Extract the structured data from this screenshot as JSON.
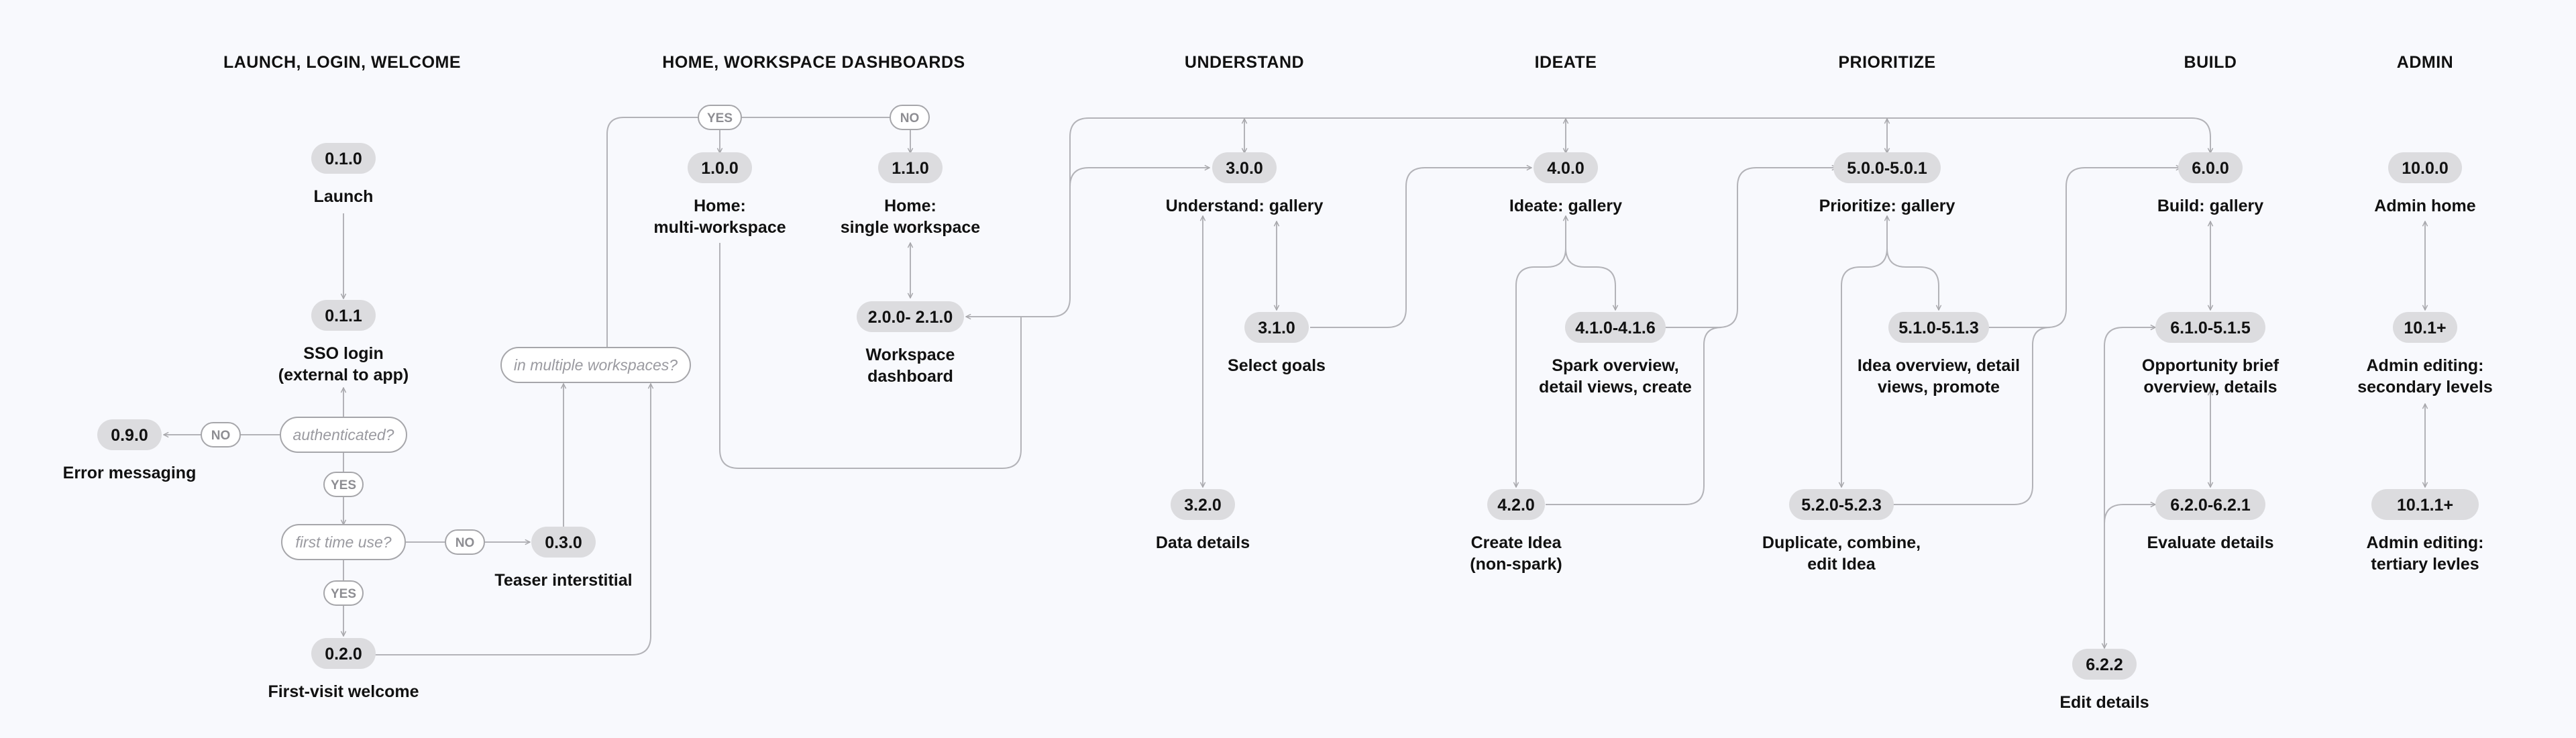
{
  "stages": {
    "launch": "LAUNCH, LOGIN, WELCOME",
    "home": "HOME, WORKSPACE DASHBOARDS",
    "understand": "UNDERSTAND",
    "ideate": "IDEATE",
    "prioritize": "PRIORITIZE",
    "build": "BUILD",
    "admin": "ADMIN"
  },
  "nodes": {
    "n010": {
      "id": "0.1.0",
      "label": [
        "Launch"
      ]
    },
    "n011": {
      "id": "0.1.1",
      "label": [
        "SSO login",
        "(external to app)"
      ]
    },
    "n090": {
      "id": "0.9.0",
      "label": [
        "Error messaging"
      ]
    },
    "n030": {
      "id": "0.3.0",
      "label": [
        "Teaser interstitial"
      ]
    },
    "n020": {
      "id": "0.2.0",
      "label": [
        "First-visit welcome"
      ]
    },
    "n100": {
      "id": "1.0.0",
      "label": [
        "Home:",
        "multi-workspace"
      ]
    },
    "n110": {
      "id": "1.1.0",
      "label": [
        "Home:",
        "single workspace"
      ]
    },
    "n200": {
      "id": "2.0.0- 2.1.0",
      "label": [
        "Workspace",
        "dashboard"
      ]
    },
    "n300": {
      "id": "3.0.0",
      "label": [
        "Understand: gallery"
      ]
    },
    "n310": {
      "id": "3.1.0",
      "label": [
        "Select goals"
      ]
    },
    "n320": {
      "id": "3.2.0",
      "label": [
        "Data details"
      ]
    },
    "n400": {
      "id": "4.0.0",
      "label": [
        "Ideate: gallery"
      ]
    },
    "n410": {
      "id": "4.1.0-4.1.6",
      "label": [
        "Spark overview,",
        "detail views, create"
      ]
    },
    "n420": {
      "id": "4.2.0",
      "label": [
        "Create Idea",
        "(non-spark)"
      ]
    },
    "n500": {
      "id": "5.0.0-5.0.1",
      "label": [
        "Prioritize: gallery"
      ]
    },
    "n510": {
      "id": "5.1.0-5.1.3",
      "label": [
        "Idea overview, detail",
        "views, promote"
      ]
    },
    "n520": {
      "id": "5.2.0-5.2.3",
      "label": [
        "Duplicate, combine,",
        "edit Idea"
      ]
    },
    "n600": {
      "id": "6.0.0",
      "label": [
        "Build: gallery"
      ]
    },
    "n610": {
      "id": "6.1.0-5.1.5",
      "label": [
        "Opportunity brief",
        "overview, details"
      ]
    },
    "n620": {
      "id": "6.2.0-6.2.1",
      "label": [
        "Evaluate details"
      ]
    },
    "n622": {
      "id": "6.2.2",
      "label": [
        "Edit details"
      ]
    },
    "n1000": {
      "id": "10.0.0",
      "label": [
        "Admin home"
      ]
    },
    "n1010": {
      "id": "10.1+",
      "label": [
        "Admin editing:",
        "secondary levels"
      ]
    },
    "n1011": {
      "id": "10.1.1+",
      "label": [
        "Admin editing:",
        "tertiary levles"
      ]
    }
  },
  "decisions": {
    "authenticated": "authenticated?",
    "first_time": "first time use?",
    "multi_ws": "in multiple workspaces?"
  },
  "tags": {
    "yes": "YES",
    "no": "NO"
  },
  "colors": {
    "background": "#f8f9fd",
    "pill": "#dcdcdf",
    "line": "#b3b3b8",
    "tag_text": "#8d8d92",
    "decision_text": "#9a9aa0"
  }
}
